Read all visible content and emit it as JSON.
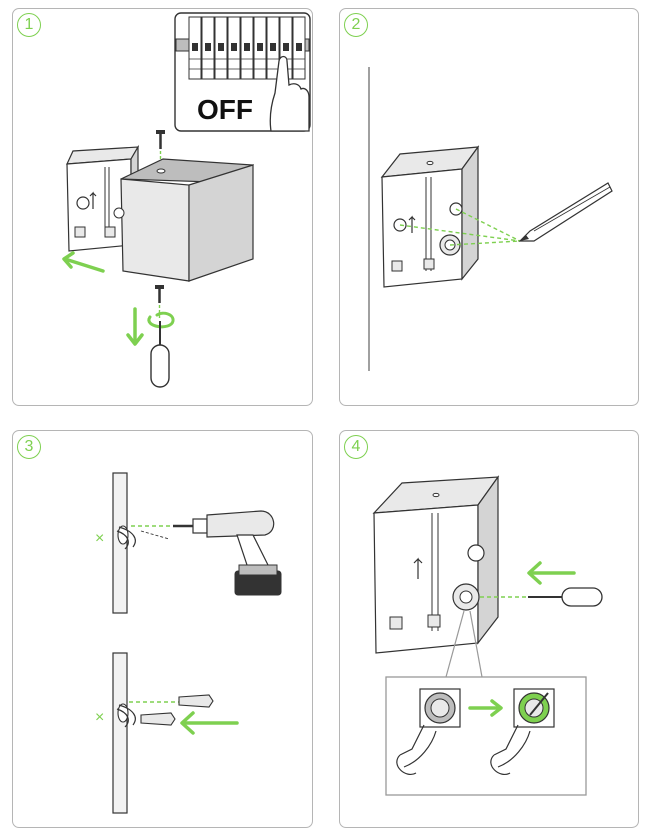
{
  "colors": {
    "accent_green": "#7ed050",
    "outline": "#333333",
    "panel_border": "#b5b5b5",
    "shade_light": "#e9e9e9",
    "shade_mid": "#d4d4d4",
    "shade_dark": "#bdbdbd"
  },
  "steps": [
    {
      "number": "1",
      "breaker_label": "OFF"
    },
    {
      "number": "2"
    },
    {
      "number": "3",
      "marks": [
        "×",
        "×"
      ]
    },
    {
      "number": "4"
    }
  ]
}
